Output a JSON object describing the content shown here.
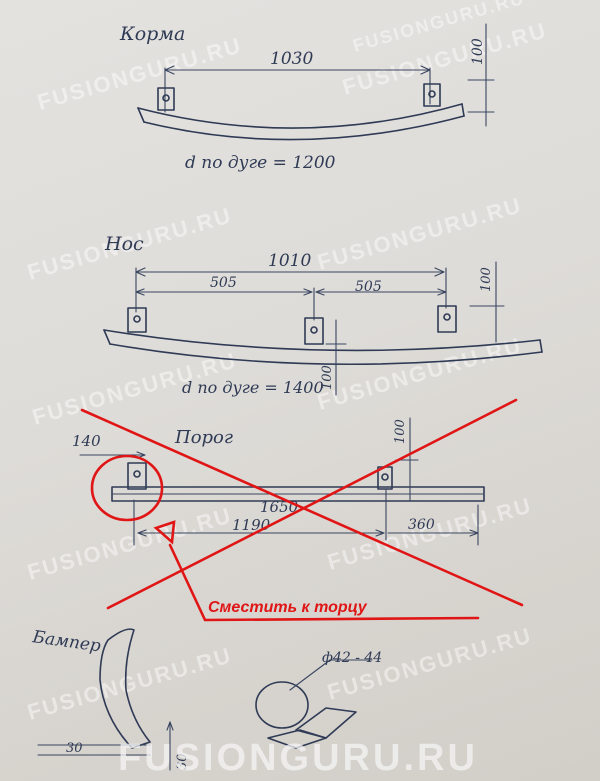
{
  "watermark": "FUSIONGURU.RU",
  "stern": {
    "title": "Корма",
    "span": "1030",
    "height": "100",
    "arc_note": "d по дуге = 1200"
  },
  "bow": {
    "title": "Нос",
    "span": "1010",
    "half_left": "505",
    "half_right": "505",
    "height_top": "100",
    "height_bottom": "100",
    "arc_note": "d по дуге = 1400"
  },
  "sill": {
    "title": "Порог",
    "offset": "140",
    "height": "100",
    "length": "1650",
    "inner": "1190",
    "end_offset": "360"
  },
  "bumper": {
    "title": "Бампер",
    "dim_30": "30",
    "dim_30_side": "30",
    "diameter": "ф42 - 44"
  },
  "annotation": {
    "note": "Сместить к торцу"
  }
}
